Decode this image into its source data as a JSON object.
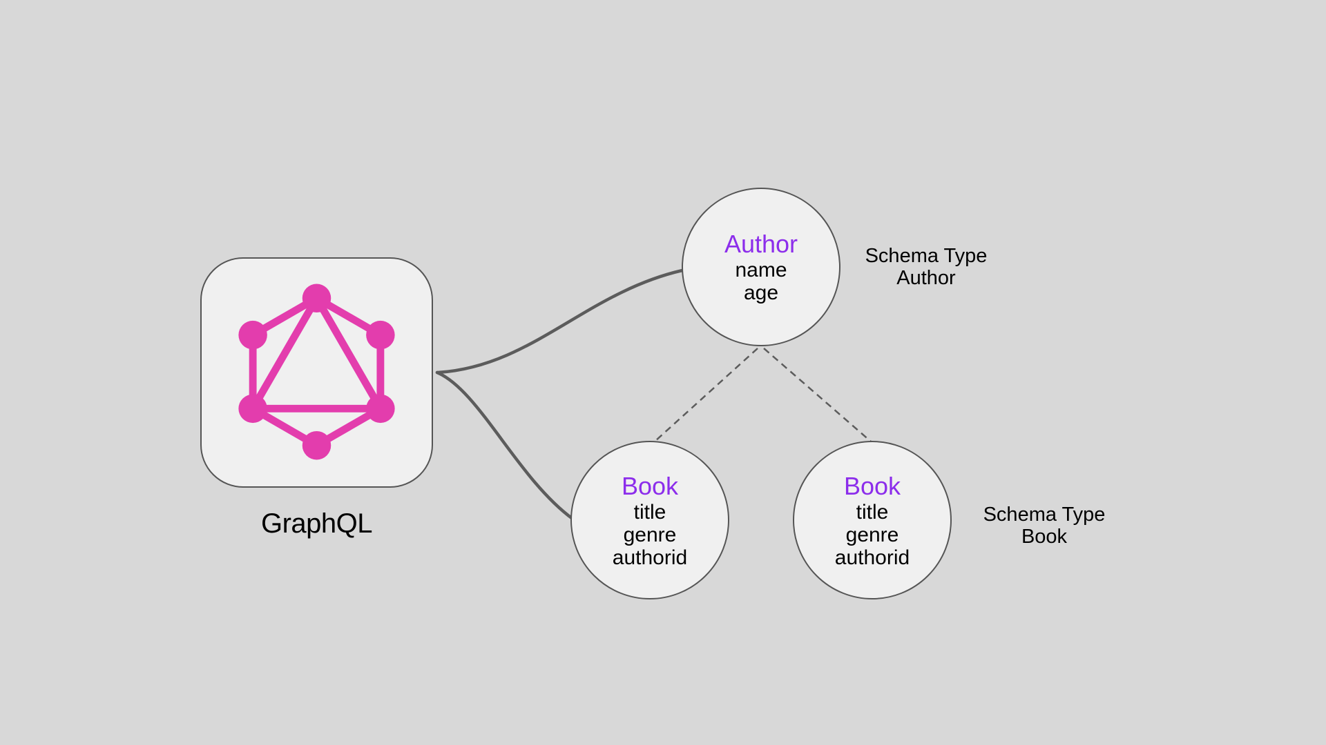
{
  "canvas": {
    "background": "#d8d8d8"
  },
  "colors": {
    "background": "#d8d8d8",
    "node_fill": "#f0f0f0",
    "node_stroke": "#555555",
    "connector": "#5c5c5c",
    "title_purple": "#8c2deb",
    "logo_pink": "#e33dad",
    "text_black": "#000000"
  },
  "graphql_box": {
    "label": "GraphQL",
    "logo": "graphql-hexagon-network-icon"
  },
  "nodes": {
    "author": {
      "title": "Author",
      "fields": [
        "name",
        "age"
      ]
    },
    "book1": {
      "title": "Book",
      "fields": [
        "title",
        "genre",
        "authorid"
      ]
    },
    "book2": {
      "title": "Book",
      "fields": [
        "title",
        "genre",
        "authorid"
      ]
    }
  },
  "annotations": {
    "author": {
      "line1": "Schema Type",
      "line2": "Author"
    },
    "book": {
      "line1": "Schema Type",
      "line2": "Book"
    }
  }
}
